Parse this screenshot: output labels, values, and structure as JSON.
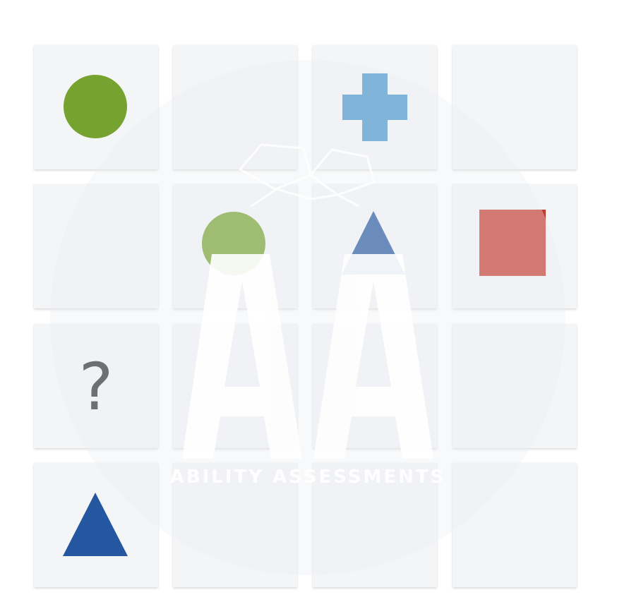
{
  "puzzle": {
    "tiles": [
      {
        "shape": "circle",
        "color": "#76a22f"
      },
      {
        "shape": "empty"
      },
      {
        "shape": "cross",
        "color": "#4796cc"
      },
      {
        "shape": "empty"
      },
      {
        "shape": "empty"
      },
      {
        "shape": "circle",
        "color": "#76a22f"
      },
      {
        "shape": "triangle",
        "color": "#2556a0"
      },
      {
        "shape": "square",
        "color": "#c43b2f"
      },
      {
        "shape": "question",
        "label": "?"
      },
      {
        "shape": "empty"
      },
      {
        "shape": "empty"
      },
      {
        "shape": "empty"
      },
      {
        "shape": "triangle",
        "color": "#2556a0"
      },
      {
        "shape": "empty"
      },
      {
        "shape": "empty"
      },
      {
        "shape": "empty"
      }
    ]
  },
  "watermark": {
    "letters": "AA",
    "brand_text": "ABILITY ASSESSMENTS",
    "disc_color": "#eceef1",
    "mark_color": "#ffffff"
  }
}
